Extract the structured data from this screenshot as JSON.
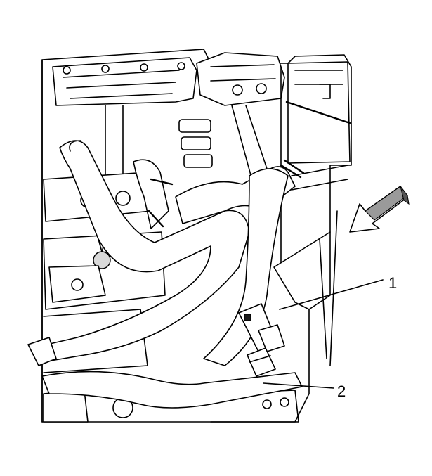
{
  "callouts": [
    {
      "id": "1",
      "label": "1"
    },
    {
      "id": "2",
      "label": "2"
    }
  ],
  "colors": {
    "line": "#000000",
    "background": "#ffffff",
    "arrow_fill": "#9a9a9a"
  },
  "icons": {
    "direction_arrow": "block-arrow-icon"
  }
}
